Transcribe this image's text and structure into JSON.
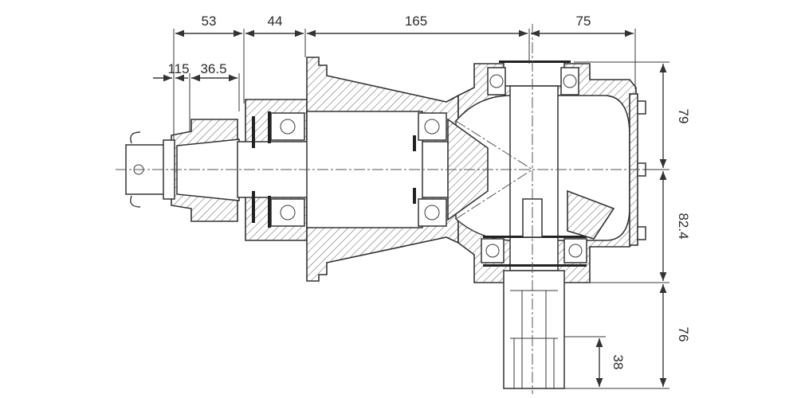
{
  "drawing": {
    "colors": {
      "line": "#333333",
      "background": "#ffffff",
      "text": "#2b2b2b"
    },
    "dimensions": {
      "d53": "53",
      "d44": "44",
      "d165": "165",
      "d75": "75",
      "d115": "115",
      "d36_5": "36.5",
      "d79": "79",
      "d82_4": "82.4",
      "d76": "76",
      "d38": "38"
    }
  }
}
